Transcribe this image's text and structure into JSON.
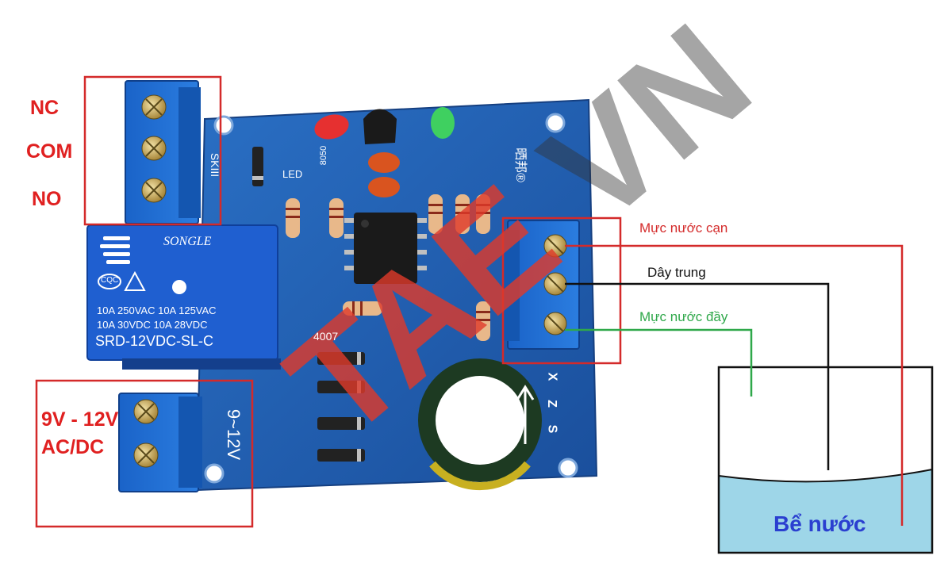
{
  "relay_terminals": {
    "nc": "NC",
    "com": "COM",
    "no": "NO"
  },
  "power": {
    "line1": "9V - 12V",
    "line2": "AC/DC"
  },
  "wires": {
    "low_level": "Mực nước cạn",
    "common": "Dây trung",
    "full_level": "Mực nước đầy"
  },
  "tank": {
    "label": "Bể nước"
  },
  "relay": {
    "brand": "SONGLE",
    "cert": "CQC",
    "spec_line1": "10A  250VAC  10A  125VAC",
    "spec_line2": "10A   30VDC  10A   28VDC",
    "model": "SRD-12VDC-SL-C"
  },
  "board_silkscreen": {
    "relay_pins": "SKIII",
    "led_label": "LED",
    "voltage": "9~12V",
    "sensor_pins": [
      "X",
      "Z",
      "S"
    ],
    "diode_label": "4007",
    "transistor_label": "8050",
    "brand_mark": "晒邦®"
  },
  "watermark": "TAE VN",
  "colors": {
    "annotation_red": "#e02020",
    "wire_red": "#d42a2a",
    "wire_black": "#111111",
    "wire_green": "#2fa84a",
    "board_blue": "#1f5fb6",
    "water": "#9ed6e8",
    "tank_label": "#2a3fd0"
  }
}
